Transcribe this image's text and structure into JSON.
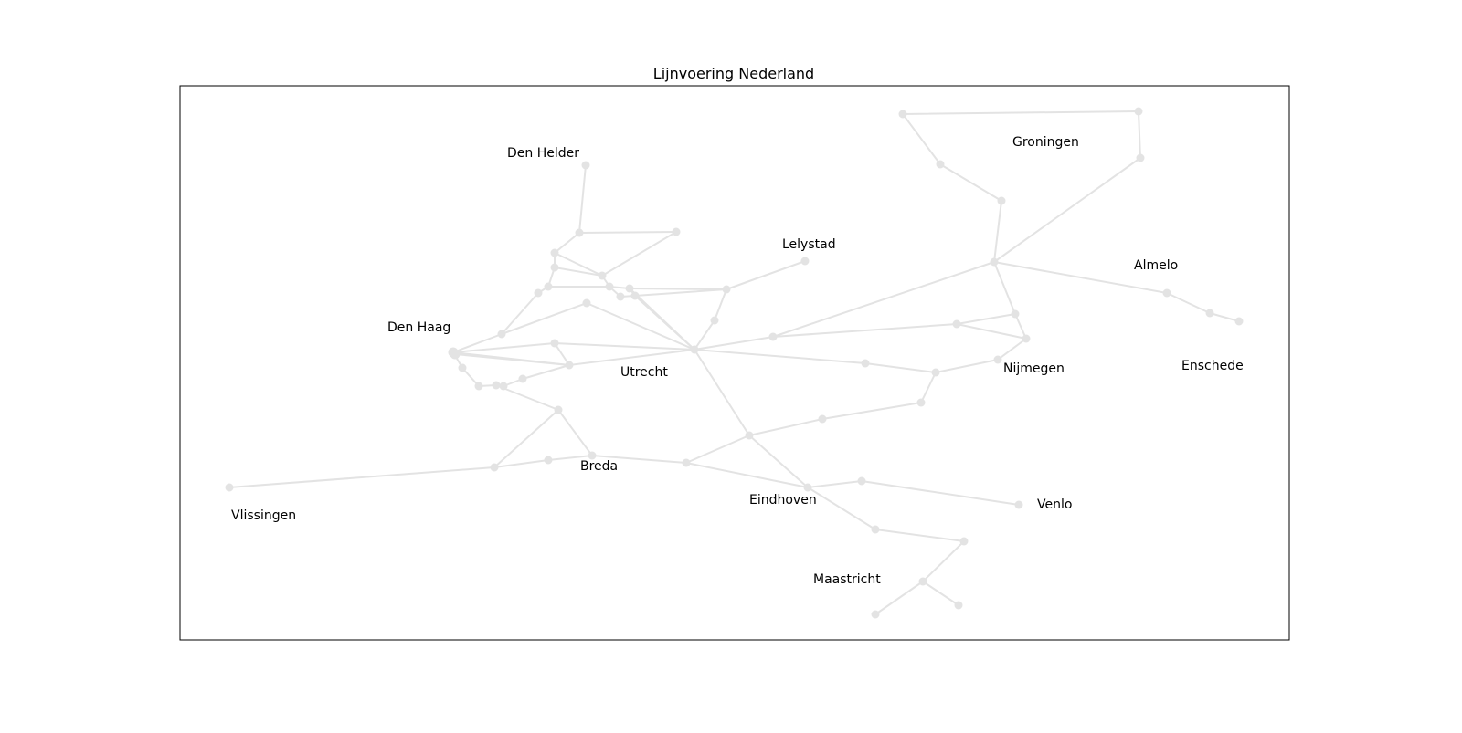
{
  "title": "Lijnvoering Nederland",
  "colors": {
    "network": "#e3e3e3",
    "text": "#000000",
    "frame": "#000000"
  },
  "labels": {
    "den_helder": "Den Helder",
    "lelystad": "Lelystad",
    "groningen": "Groningen",
    "almelo": "Almelo",
    "den_haag": "Den Haag",
    "utrecht": "Utrecht",
    "nijmegen": "Nijmegen",
    "enschede": "Enschede",
    "breda": "Breda",
    "vlissingen": "Vlissingen",
    "eindhoven": "Eindhoven",
    "venlo": "Venlo",
    "maastricht": "Maastricht"
  }
}
